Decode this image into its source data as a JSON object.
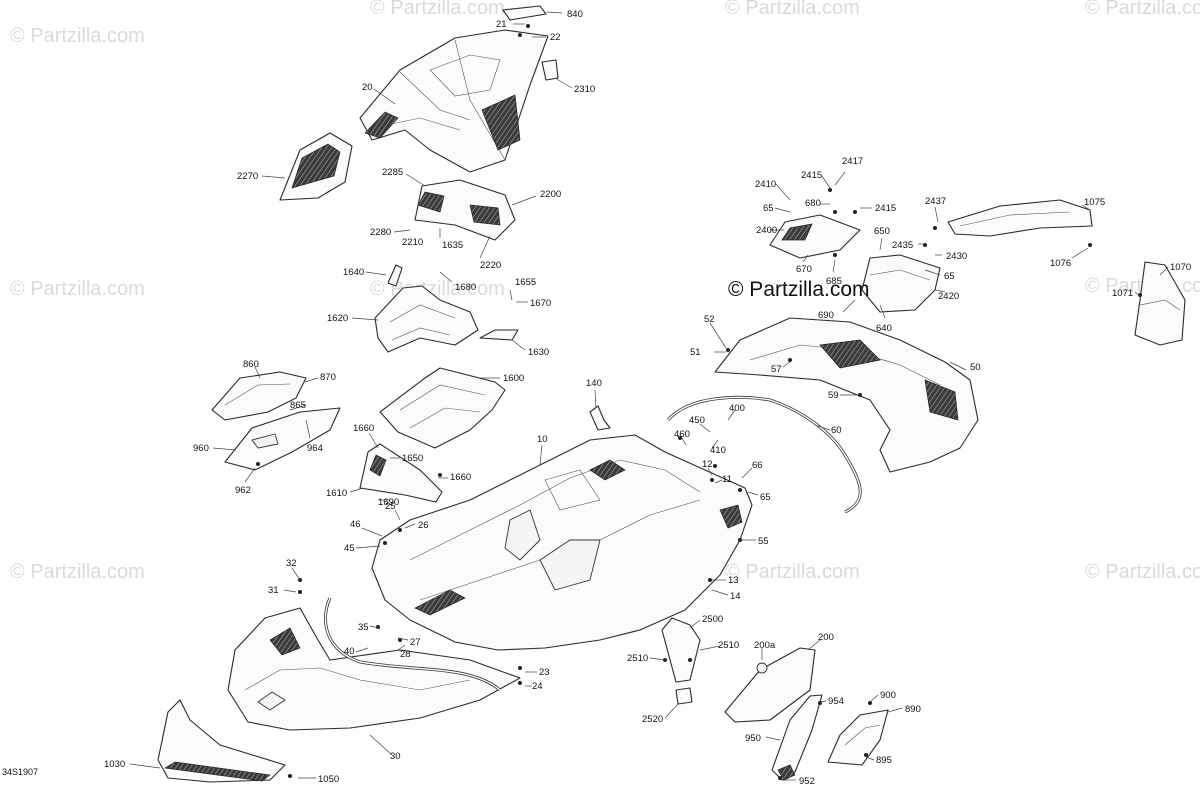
{
  "watermark": "© Partzilla.com",
  "copyright": "© Partzilla.com",
  "diagram_code": "34S1907",
  "labels": {
    "p840": "840",
    "p21": "21",
    "p22": "22",
    "p2310": "2310",
    "p20": "20",
    "p2270": "2270",
    "p2285": "2285",
    "p2200": "2200",
    "p2280": "2280",
    "p2210": "2210",
    "p1635": "1635",
    "p2220": "2220",
    "p1640": "1640",
    "p1680": "1680",
    "p1655": "1655",
    "p1670": "1670",
    "p1620": "1620",
    "p1630": "1630",
    "p860": "860",
    "p870": "870",
    "p865": "865",
    "p964": "964",
    "p960": "960",
    "p962": "962",
    "p1600": "1600",
    "p140": "140",
    "p1660a": "1660",
    "p1650": "1650",
    "p1660b": "1660",
    "p1610": "1610",
    "p1690": "1690",
    "p10": "10",
    "p25": "25",
    "p46": "46",
    "p26": "26",
    "p45": "45",
    "p32": "32",
    "p31": "31",
    "p35": "35",
    "p27": "27",
    "p28": "28",
    "p40": "40",
    "p23": "23",
    "p24": "24",
    "p30": "30",
    "p1030": "1030",
    "p1050": "1050",
    "p2417": "2417",
    "p2410": "2410",
    "p2415a": "2415",
    "p680": "680",
    "p2415b": "2415",
    "p65a": "65",
    "p2437": "2437",
    "p2400": "2400",
    "p650": "650",
    "p2435": "2435",
    "p2430": "2430",
    "p670": "670",
    "p685": "685",
    "p65b": "65",
    "p690": "690",
    "p640": "640",
    "p2420": "2420",
    "p1075": "1075",
    "p1076": "1076",
    "p1070": "1070",
    "p1071": "1071",
    "p52": "52",
    "p51": "51",
    "p57": "57",
    "p50": "50",
    "p59": "59",
    "p400": "400",
    "p450": "450",
    "p460": "460",
    "p410": "410",
    "p60": "60",
    "p66": "66",
    "p12": "12",
    "p11": "11",
    "p65c": "65",
    "p55": "55",
    "p13": "13",
    "p14": "14",
    "p2500": "2500",
    "p2510a": "2510",
    "p2510b": "2510",
    "p2520": "2520",
    "p200a": "200a",
    "p200": "200",
    "p954": "954",
    "p900": "900",
    "p890": "890",
    "p950": "950",
    "p895": "895",
    "p952": "952"
  }
}
